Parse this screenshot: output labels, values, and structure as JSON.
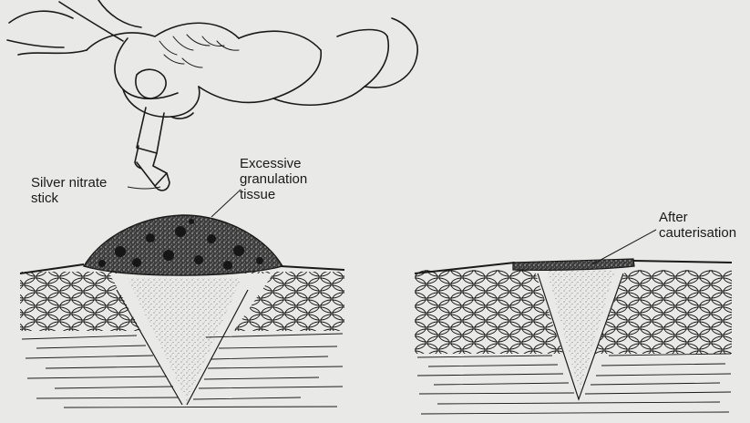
{
  "labels": {
    "silver_nitrate": [
      "Silver nitrate",
      "stick"
    ],
    "granulation": [
      "Excessive",
      "granulation",
      "tissue"
    ],
    "after": [
      "After",
      "cauterisation"
    ]
  },
  "colors": {
    "background": "#e9e9e7",
    "ink": "#1a1a1a"
  },
  "icons": [
    "hand-holding-stick-illustration",
    "granulation-tissue-mound",
    "cauterised-layer"
  ]
}
